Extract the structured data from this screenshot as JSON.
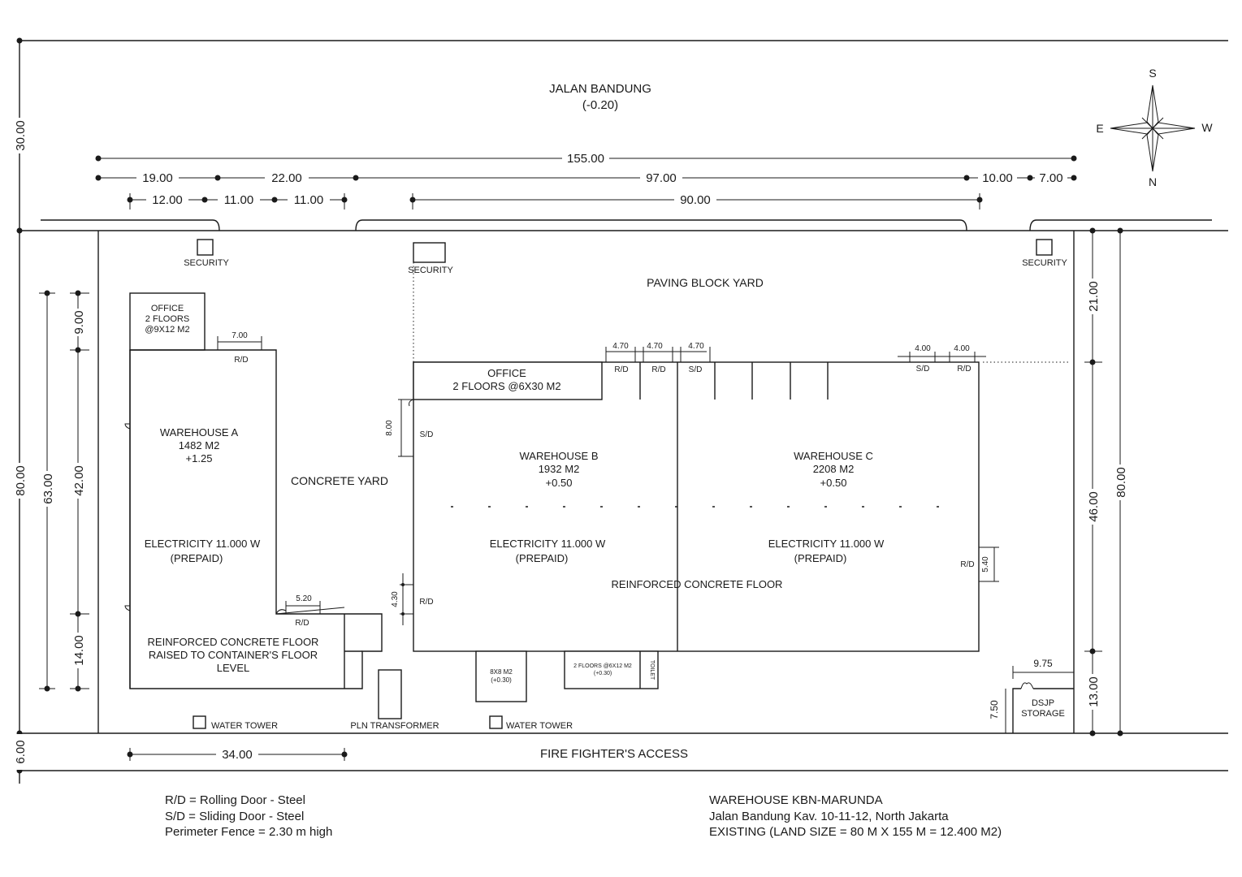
{
  "street": {
    "name": "JALAN BANDUNG",
    "level": "(-0.20)"
  },
  "compass": {
    "n": "N",
    "s": "S",
    "e": "E",
    "w": "W"
  },
  "dims": {
    "top_road": "30.00",
    "total_width": "155.00",
    "d19": "19.00",
    "d22": "22.00",
    "d97": "97.00",
    "d10": "10.00",
    "d7": "7.00",
    "d12": "12.00",
    "d11a": "11.00",
    "d11b": "11.00",
    "d90": "90.00",
    "left_total": "80.00",
    "left_63": "63.00",
    "left_9": "9.00",
    "left_42": "42.00",
    "left_14": "14.00",
    "bottom_access": "6.00",
    "bottom_34": "34.00",
    "right_21": "21.00",
    "right_46": "46.00",
    "right_13": "13.00",
    "right_80": "80.00",
    "dsjp_w": "9.75",
    "dsjp_h": "7.50",
    "wa_rd_top": "7.00",
    "wa_rd_bottom": "5.20",
    "wb_sd_left": "8.00",
    "wb_rd_left": "4.30",
    "wc_rd_right": "5.40",
    "door_470a": "4.70",
    "door_470b": "4.70",
    "door_470c": "4.70",
    "door_400a": "4.00",
    "door_400b": "4.00"
  },
  "labels": {
    "security_left": "SECURITY",
    "security_mid": "SECURITY",
    "security_right": "SECURITY",
    "paving_yard": "PAVING BLOCK YARD",
    "concrete_yard": "CONCRETE YARD",
    "reinforced_floor": "REINFORCED CONCRETE FLOOR",
    "water_tower_left": "WATER TOWER",
    "water_tower_right": "WATER TOWER",
    "pln": "PLN TRANSFORMER",
    "fire_access": "FIRE FIGHTER'S ACCESS"
  },
  "doors": {
    "rd": "R/D",
    "sd": "S/D"
  },
  "office_a": {
    "line1": "OFFICE",
    "line2": "2 FLOORS",
    "line3": "@9X12 M2"
  },
  "warehouse_a": {
    "name": "WAREHOUSE A",
    "area": "1482 M2",
    "level": "+1.25",
    "electricity": "ELECTRICITY 11.000 W",
    "prepaid": "(PREPAID)",
    "raised1": "REINFORCED CONCRETE FLOOR",
    "raised2": "RAISED TO CONTAINER'S FLOOR",
    "raised3": "LEVEL"
  },
  "office_b": {
    "line1": "OFFICE",
    "line2": "2 FLOORS @6X30 M2"
  },
  "warehouse_b": {
    "name": "WAREHOUSE B",
    "area": "1932 M2",
    "level": "+0.50",
    "electricity": "ELECTRICITY 11.000 W",
    "prepaid": "(PREPAID)"
  },
  "warehouse_c": {
    "name": "WAREHOUSE C",
    "area": "2208 M2",
    "level": "+0.50",
    "electricity": "ELECTRICITY 11.000 W",
    "prepaid": "(PREPAID)"
  },
  "small_building": {
    "line1": "8X8 M2",
    "line2": "(+0.30)"
  },
  "office_small": {
    "line1": "2 FLOORS @6X12 M2",
    "line2": "(+0.30)",
    "toilet": "TOILET"
  },
  "dsjp": {
    "line1": "DSJP",
    "line2": "STORAGE"
  },
  "legend": {
    "rd": "R/D = Rolling Door - Steel",
    "sd": "S/D = Sliding Door - Steel",
    "fence": "Perimeter Fence = 2.30 m high"
  },
  "title_block": {
    "line1": "WAREHOUSE KBN-MARUNDA",
    "line2": "Jalan Bandung Kav. 10-11-12, North Jakarta",
    "line3": "EXISTING (LAND SIZE = 80 M X 155 M = 12.400 M2)"
  }
}
